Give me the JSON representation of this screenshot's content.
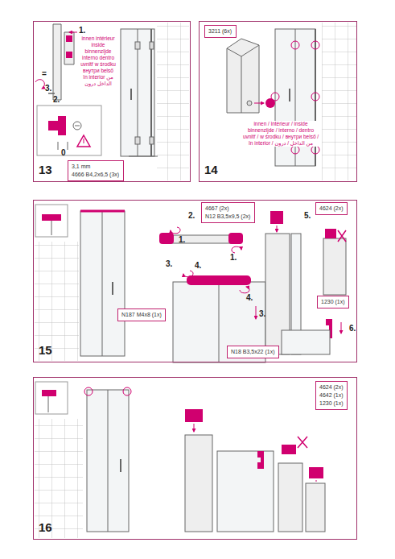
{
  "diagram": {
    "nodes": [
      {
        "text": [
          "13"
        ]
      },
      {
        "text": [
          "3,1 mm",
          "4666 B4,2x6,5 (3x)"
        ],
        "in": 0
      },
      {
        "text": [
          "14"
        ]
      },
      {
        "text": [
          "3211 (6x)"
        ],
        "in": 2
      },
      {
        "text": [
          "15"
        ]
      },
      {
        "text": [
          "4667 (2x)",
          "N12 B3,5x9,5 (2x)"
        ],
        "in": 4
      },
      {
        "text": [
          "4624 (2x)"
        ],
        "in": 4
      },
      {
        "text": [
          "N187 M4x8 (1x)"
        ],
        "in": 4
      },
      {
        "text": [
          "1230 (1x)"
        ],
        "in": 4
      },
      {
        "text": [
          "N18 B3,5x22 (1x)"
        ],
        "in": 4
      },
      {
        "text": [
          "16"
        ]
      },
      {
        "text": [
          "4624 (2x)",
          "4642 (1x)",
          "1230 (1x)"
        ],
        "in": 10
      }
    ],
    "labels": [
      "1.",
      "innen intérieur inside binnenzijde interno dentro uvnitř w środku внутри belső în interior من الداخل درون",
      "=",
      "2.",
      "0",
      "3.",
      "innen / intérieur / inside binnenzijde / interno / dentro uvnitř / w środku / внутри belső / în interior / من الداخل / درون",
      "2.",
      "1.",
      "1.",
      "3.",
      "4.",
      "4.",
      "3.",
      "5.",
      "6."
    ]
  }
}
